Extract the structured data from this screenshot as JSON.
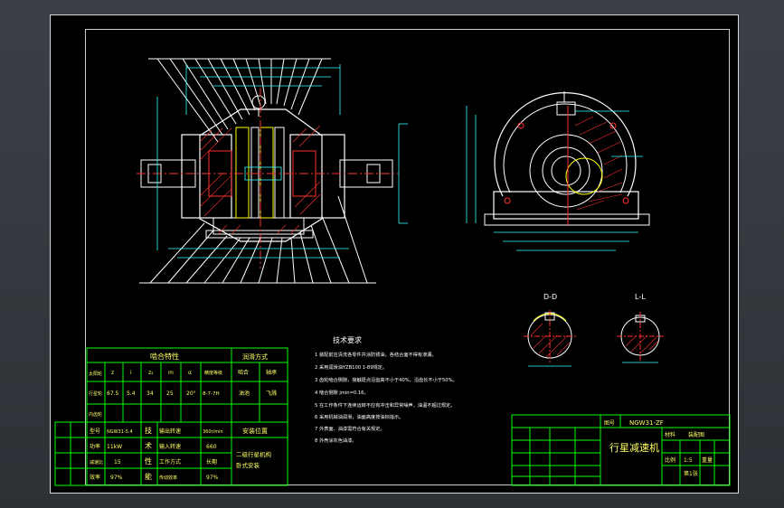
{
  "colors": {
    "background": "#000000",
    "frame": "#cccccc",
    "table_border": "#00ff00",
    "table_text": "#ffff66",
    "drawing": "#ffffff",
    "section": "#ff3030",
    "dimension": "#33ffff"
  },
  "section_labels": {
    "d": "D-D",
    "l": "L-L"
  },
  "tech_requirements": {
    "title": "技术要求",
    "items": [
      "1  装配前应清洗各零件并涂防锈油，各结合面不得有渗漏。",
      "2  采用润滑油YZB100 1-89规定。",
      "3  齿轮啮合侧隙，接触斑点沿齿高不小于40%，沿齿长不小于50%。",
      "4  啮合侧隙 jmin=0.16。",
      "5  在工作条件下连续运转不应有冲击和异常噪声，油温不超过规定。",
      "6  采用机械油润滑，油面高度按油标指示。",
      "7  外表面、油漆需符合有关规定。",
      "8  外壳涂灰色油漆。"
    ]
  },
  "mesh_table": {
    "title": "啮合特性",
    "lubrication_title": "润滑方式",
    "col_headers": [
      "z",
      "i",
      "z₂",
      "m",
      "α",
      "精度等级",
      "啮合",
      "轴承"
    ],
    "row_labels": [
      "太阳轮",
      "行星轮",
      "内齿轮"
    ],
    "values": [
      "67.5",
      "5.4",
      "34",
      "25",
      "20°",
      "8-7-7H"
    ],
    "lube_values": [
      "油池",
      "飞溅"
    ]
  },
  "tech_table": {
    "rows": [
      {
        "label": "型号",
        "value": "NGW31-5.4",
        "label2": "输出转速",
        "value2": "360r/min"
      },
      {
        "label": "功率",
        "value": "11kW",
        "label2": "输入转速",
        "value2": "660"
      },
      {
        "label": "减速比",
        "value": "15",
        "label2": "工作方式",
        "value2": "长期"
      },
      {
        "label": "效率",
        "value": "97%",
        "label2": "传动效率",
        "value2": "97%"
      }
    ],
    "side_labels": [
      "技",
      "术",
      "性",
      "能"
    ],
    "install_title": "安装位置",
    "install_value": "二级行星机构\n卧式安装"
  },
  "title_block": {
    "code": "NGW31-ZF",
    "title": "行星减速机",
    "material_label": "材料",
    "material_value": "装配图",
    "scale_label": "比例",
    "scale_value": "1:5",
    "sheet_label": "第1张",
    "mass_label": "重量"
  }
}
